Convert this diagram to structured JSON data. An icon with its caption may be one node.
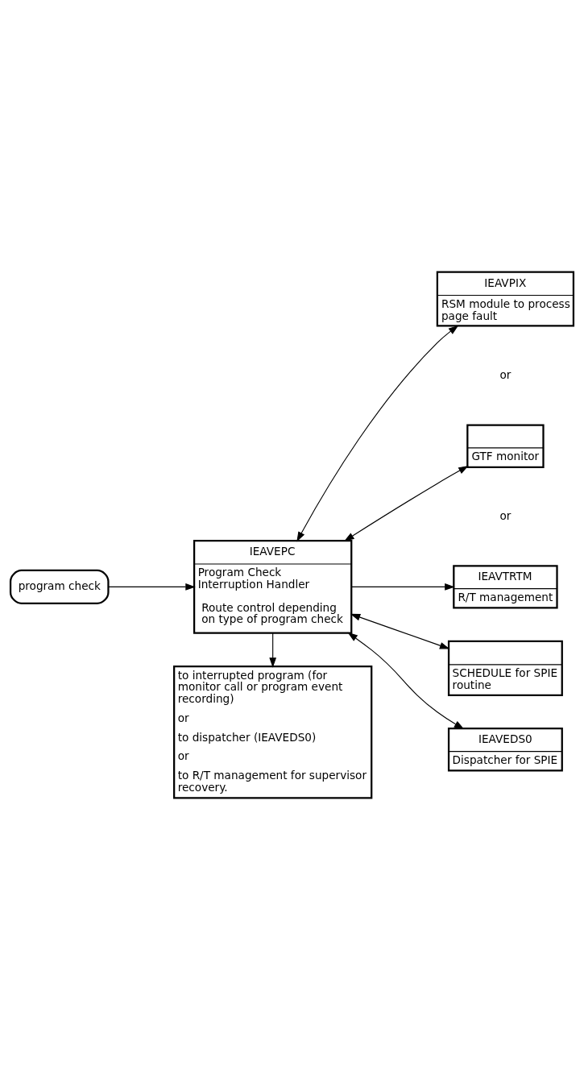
{
  "diagram": {
    "nodes": [
      {
        "text": [
          "program check"
        ]
      },
      {
        "text": [
          "IEAVEPC",
          "Program Check Interruption Handler",
          "Route control depending on type of program check"
        ]
      },
      {
        "text": [
          "IEAVPIX",
          "RSM module to process page fault"
        ]
      },
      {
        "text": [
          "GTF monitor"
        ]
      },
      {
        "text": [
          "IEAVTRTM",
          "R/T management"
        ]
      },
      {
        "text": [
          "SCHEDULE for SPIE routine"
        ]
      },
      {
        "text": [
          "IEAVEDS0",
          "Dispatcher for SPIE"
        ]
      },
      {
        "text": [
          "to interrupted program (for monitor call or program event recording)",
          "or",
          "to dispatcher (IEAVEDS0)",
          "or",
          "to R/T management for supervisor recovery."
        ]
      }
    ],
    "edges": [
      {
        "from": 0,
        "to": 1,
        "arrow": "to"
      },
      {
        "from": 1,
        "to": 2,
        "arrow": "both"
      },
      {
        "from": 1,
        "to": 3,
        "arrow": "both"
      },
      {
        "from": 1,
        "to": 4,
        "arrow": "to"
      },
      {
        "from": 1,
        "to": 5,
        "arrow": "both"
      },
      {
        "from": 1,
        "to": 6,
        "arrow": "both"
      },
      {
        "from": 1,
        "to": 7,
        "arrow": "to"
      }
    ],
    "labels": [
      "or",
      "or"
    ]
  }
}
